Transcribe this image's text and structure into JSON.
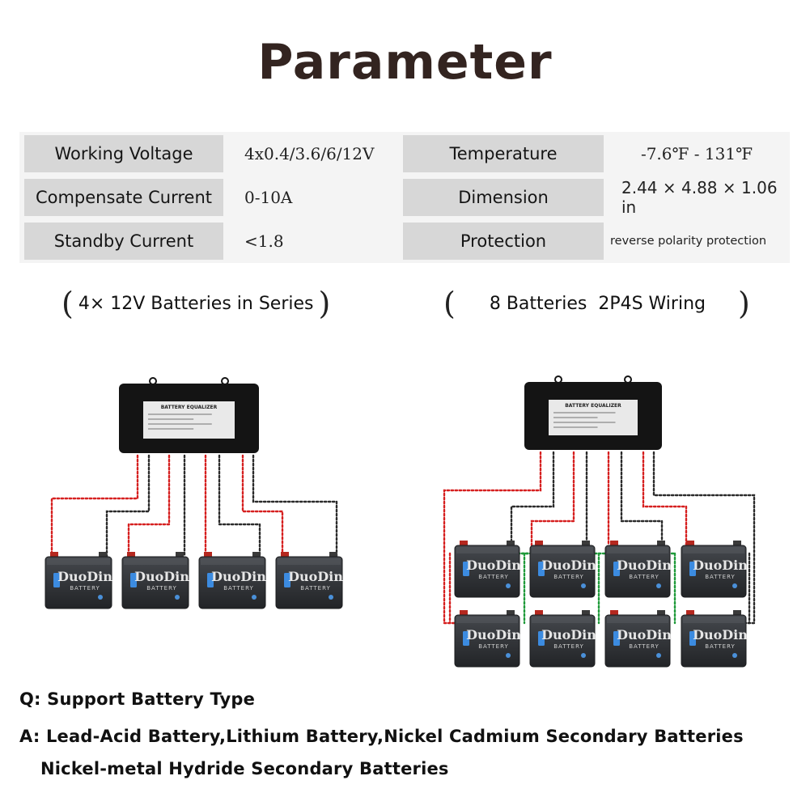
{
  "title": "Parameter",
  "params": {
    "rows": [
      {
        "label_l": "Working Voltage",
        "value_l": "4x0.4/3.6/6/12V",
        "label_r": "Temperature",
        "value_r": "-7.6℉ - 131℉"
      },
      {
        "label_l": "Compensate Current",
        "value_l": "0-10A",
        "label_r": "Dimension",
        "value_r": "2.44 × 4.88 × 1.06 in"
      },
      {
        "label_l": "Standby Current",
        "value_l": "<1.8",
        "label_r": "Protection",
        "value_r": "reverse polarity protection"
      }
    ]
  },
  "captions": {
    "left": "4× 12V Batteries in Series",
    "right": "8 Batteries  2P4S Wiring",
    "open_paren": "(",
    "close_paren": ")"
  },
  "device": {
    "label": "BATTERY EQUALIZER"
  },
  "battery": {
    "brand": "DuoDin",
    "sub": "BATTERY"
  },
  "colors": {
    "wire_positive": "#d62020",
    "wire_negative": "#2b2b2b",
    "wire_parallel": "#1f9a3a",
    "battery_body": "#2d2f33",
    "device_body": "#141414"
  },
  "qa": {
    "q": "Q: Support Battery Type",
    "a1": "A: Lead-Acid Battery,Lithium Battery,Nickel Cadmium Secondary Batteries",
    "a2": "Nickel-metal Hydride Secondary Batteries"
  }
}
